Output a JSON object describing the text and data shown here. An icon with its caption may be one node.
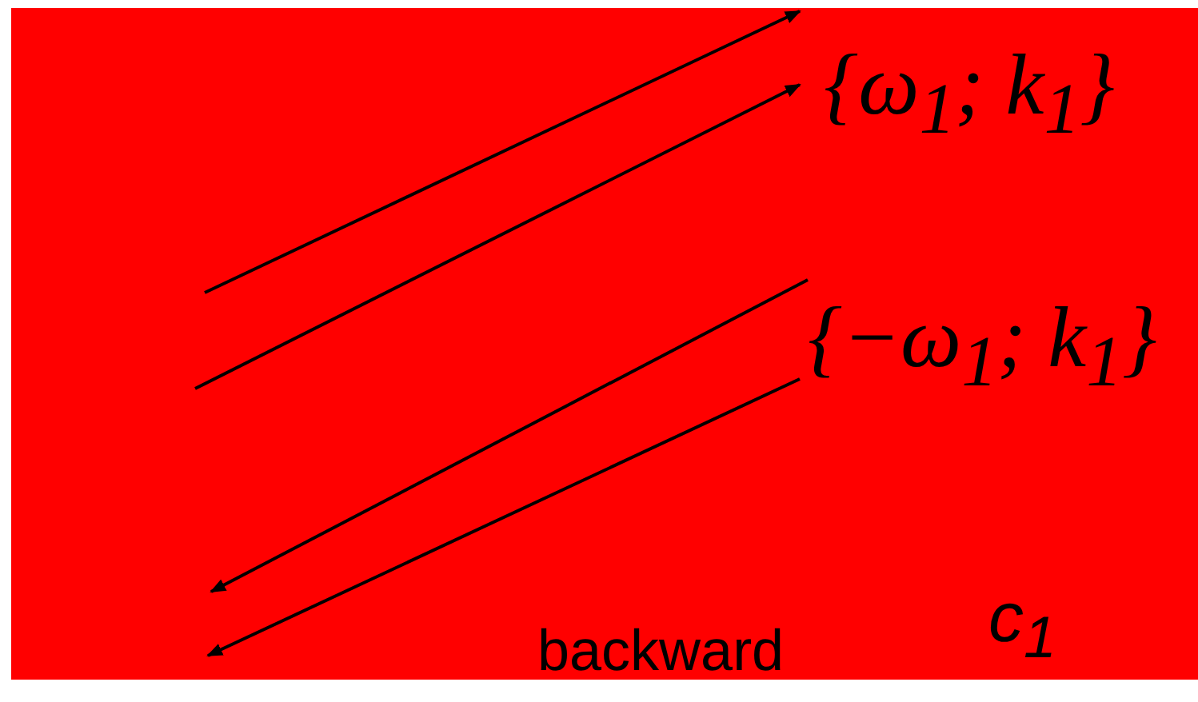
{
  "diagram": {
    "labels": [
      "{ω$_{1}$; k$_{1}$}",
      "{−ω$_{1}$; k$_{1}$}",
      "backward",
      "c$_{1}$"
    ]
  }
}
